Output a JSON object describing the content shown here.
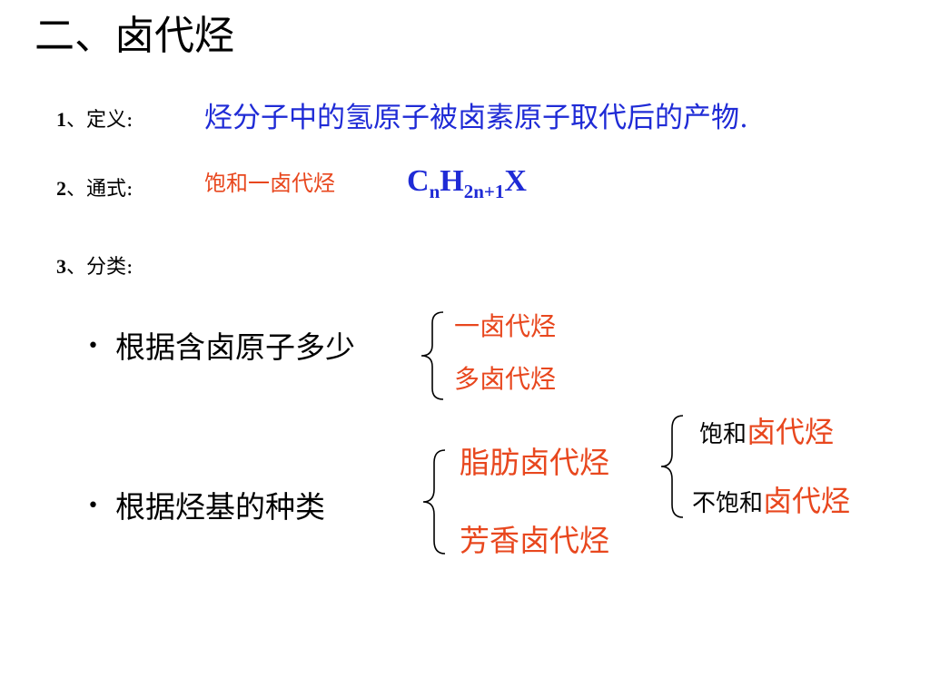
{
  "title": "二、卤代烃",
  "definition": {
    "number": "1",
    "label": "、定义:",
    "text": "烃分子中的氢原子被卤素原子取代后的产物."
  },
  "formula": {
    "number": "2",
    "label": "、通式:",
    "name": "饱和一卤代烃",
    "c": "C",
    "n": "n",
    "h": "H",
    "h_sub": "2n+1",
    "x": "X"
  },
  "classification": {
    "number": "3",
    "label": "、分类:"
  },
  "bullet1": {
    "text": "根据含卤原子多少",
    "items": [
      "一卤代烃",
      "多卤代烃"
    ]
  },
  "bullet2": {
    "text": "根据烃基的种类",
    "items": [
      "脂肪卤代烃",
      "芳香卤代烃"
    ],
    "sub_items": [
      {
        "prefix": "饱和",
        "suffix": "卤代烃"
      },
      {
        "prefix": "不饱和",
        "suffix": "卤代烃"
      }
    ]
  },
  "colors": {
    "blue": "#1f2bd6",
    "red": "#e8471e"
  },
  "bullet_glyph": "•"
}
